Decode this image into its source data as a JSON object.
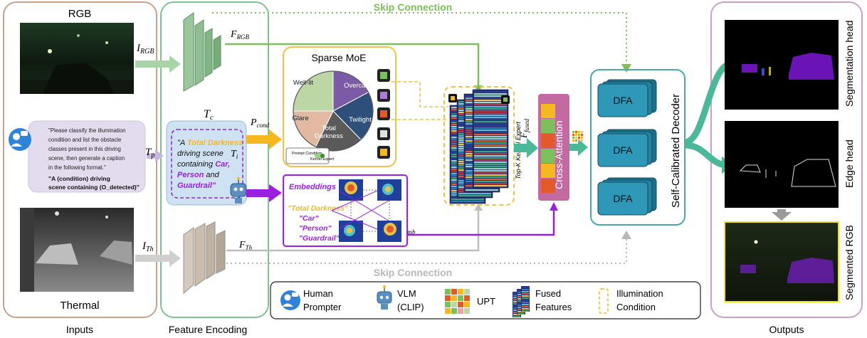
{
  "sections": {
    "inputs": "Inputs",
    "feature_encoding": "Feature Encoding",
    "outputs": "Outputs"
  },
  "inputs": {
    "rgb_label": "RGB",
    "thermal_label": "Thermal",
    "prompt_lines": [
      "\"Please classify the illumination",
      "condition and list the obstacle",
      "classes present in this driving",
      "scene, then generate a caption",
      "in the following format.\""
    ],
    "format_line1": "\"A (condition) driving",
    "format_line2": "scene containing (O_detected)\""
  },
  "symbols": {
    "i_rgb": "I_RGB",
    "i_th": "I_Th",
    "t_p": "T_p",
    "t_c": "T_c",
    "t_i": "T_i",
    "f_rgb": "F_RGB",
    "f_th": "F_Th",
    "p_cond": "P_cond",
    "p_emb": "P_emb",
    "f_fused": "F_fused"
  },
  "caption": {
    "line1_a": "\"A ",
    "line1_b": "Total Darkness",
    "line2": "driving scene",
    "line3_a": "containing ",
    "line3_b": "Car,",
    "line4_a": "Person",
    "line4_b": " and",
    "line5": "Guardrail\""
  },
  "moe": {
    "title": "Sparse MoE",
    "slices": [
      "Well-lit",
      "Overcast",
      "Twilight",
      "Total Darkness",
      "Glare"
    ],
    "prompt_condition": "Prompt Condition",
    "kernel_expert": "Kernel Expert"
  },
  "embeddings": {
    "title": "Embeddings",
    "words": [
      "\"Total Darkness\"",
      "\"Car\"",
      "\"Person\"",
      "\"Guardrail\""
    ]
  },
  "fusion": {
    "topk": "Top-K Kernel Expert",
    "cross_attention": "Cross-Attention"
  },
  "decoder": {
    "title": "Self-Calibrated Decoder",
    "blocks": [
      "DFA",
      "DFA",
      "DFA"
    ]
  },
  "skip_connection": "Skip Connection",
  "outputs": {
    "seg_head": "Segmentation head",
    "edge_head": "Edge head",
    "segmented_rgb": "Segmented RGB"
  },
  "legend": {
    "human_1": "Human",
    "human_2": "Prompter",
    "vlm_1": "VLM",
    "vlm_2": "(CLIP)",
    "upt": "UPT",
    "fused_1": "Fused",
    "fused_2": "Features",
    "illum_1": "Illumination",
    "illum_2": "Condition"
  },
  "colors": {
    "inputs_border": "#c8a38c",
    "encoding_border": "#7fc28f",
    "skip_green": "#7dbf5b",
    "skip_gray": "#b8b8b8",
    "moe_border": "#f0c24a",
    "embed_border": "#8e1fd6",
    "decoder_border": "#4aa8ad",
    "outputs_border": "#c9a0c9",
    "teal_arrow": "#4cb89a",
    "orange_arrow": "#f5b820",
    "purple_arrow": "#9a1fe0",
    "dfa_fill": "#2f8fae",
    "cross_attention": "#c46aa2"
  }
}
